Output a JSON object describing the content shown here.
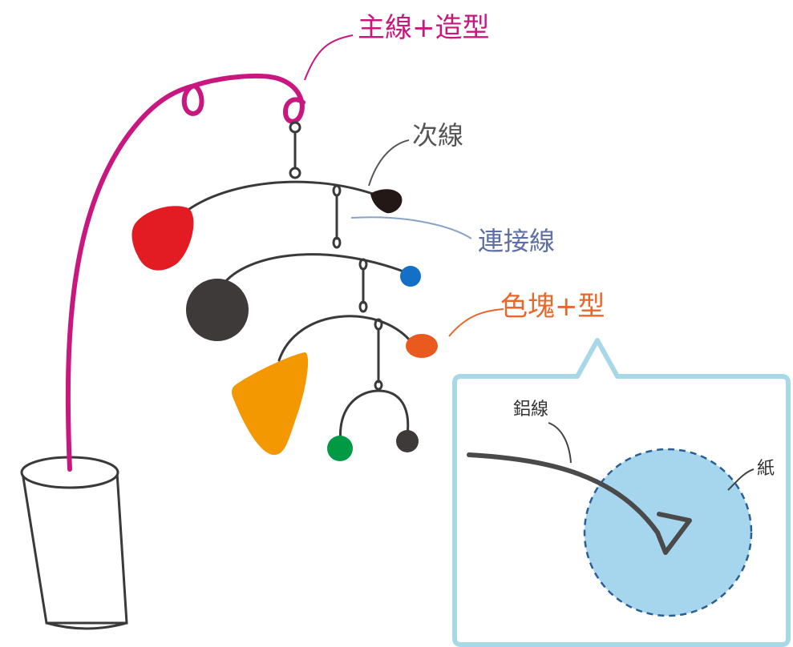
{
  "diagram": {
    "labels": {
      "main_line": "主線+造型",
      "secondary_line": "次線",
      "connecting_line": "連接線",
      "color_block": "色塊+型",
      "aluminum_wire": "鋁線",
      "paper": "紙"
    },
    "colors": {
      "main_line": "#c8177f",
      "wire": "#3a3a3a",
      "connector_label": "#5f6fa6",
      "connector_leader": "#8aa2c6",
      "color_block_label": "#e8672a",
      "red_block": "#e31c24",
      "dark_circle": "#3e3a39",
      "blue_dot": "#1470c6",
      "orange_dot": "#ea5a1f",
      "yellow_block": "#f39800",
      "green_dot": "#009944",
      "inset_border": "#a8d8e8",
      "paper_fill": "#a6d6ee",
      "paper_dash": "#2a5f96"
    }
  }
}
